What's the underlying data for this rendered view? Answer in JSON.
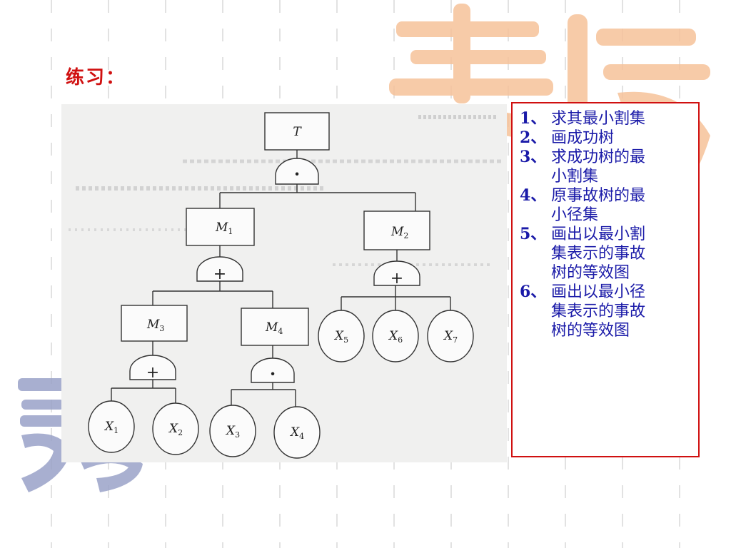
{
  "heading": "练习：",
  "colors": {
    "heading": "#d01010",
    "task_text": "#1a1aa8",
    "box_border": "#d01010",
    "seal": "#f5b98a",
    "seal_blue": "#9aa2c8"
  },
  "tree": {
    "top": "T",
    "m1": {
      "base": "M",
      "sub": "1"
    },
    "m2": {
      "base": "M",
      "sub": "2"
    },
    "m3": {
      "base": "M",
      "sub": "3"
    },
    "m4": {
      "base": "M",
      "sub": "4"
    },
    "x1": {
      "base": "X",
      "sub": "1"
    },
    "x2": {
      "base": "X",
      "sub": "2"
    },
    "x3": {
      "base": "X",
      "sub": "3"
    },
    "x4": {
      "base": "X",
      "sub": "4"
    },
    "x5": {
      "base": "X",
      "sub": "5"
    },
    "x6": {
      "base": "X",
      "sub": "6"
    },
    "x7": {
      "base": "X",
      "sub": "7"
    },
    "gates": {
      "and_symbol": "·",
      "or_symbol": "+"
    }
  },
  "tasks": [
    {
      "num": "1、",
      "lines": [
        "求其最小割集"
      ]
    },
    {
      "num": "2、",
      "lines": [
        "画成功树"
      ]
    },
    {
      "num": "3、",
      "lines": [
        "求成功树的最",
        "小割集"
      ]
    },
    {
      "num": "4、",
      "lines": [
        "原事故树的最",
        "小径集"
      ]
    },
    {
      "num": "5、",
      "lines": [
        "画出以最小割",
        "集表示的事故",
        "树的等效图"
      ]
    },
    {
      "num": "6、",
      "lines": [
        "画出以最小径",
        "集表示的事故",
        "树的等效图"
      ]
    }
  ]
}
